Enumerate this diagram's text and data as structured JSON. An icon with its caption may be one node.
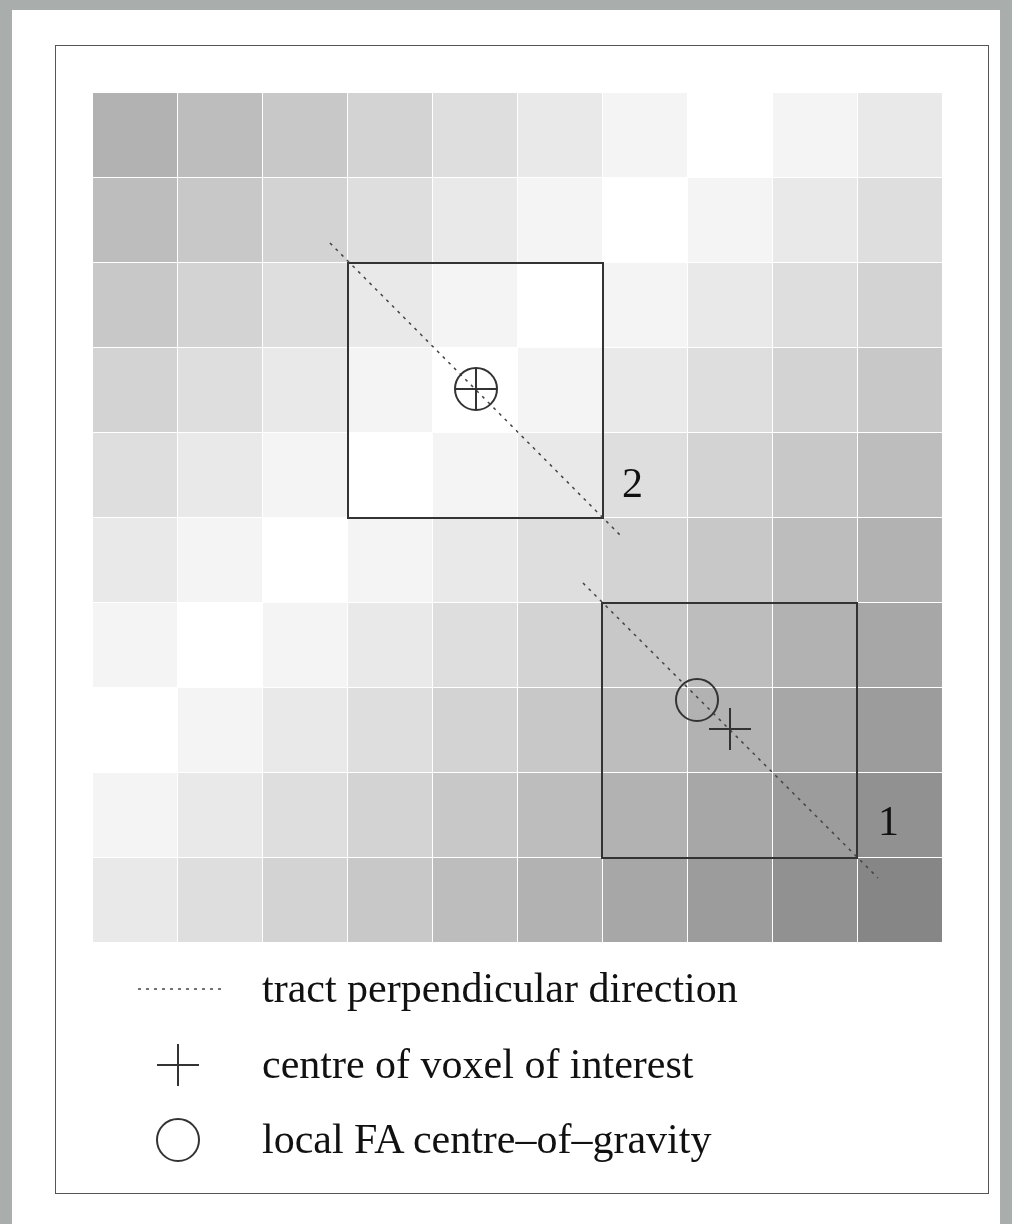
{
  "diagram": {
    "nodes": [
      {
        "text": [
          "2"
        ]
      },
      {
        "text": [
          "1"
        ]
      }
    ],
    "legend": [
      {
        "text": "tract perpendicular direction"
      },
      {
        "text": "centre of voxel of interest"
      },
      {
        "text": "local FA centre–of–gravity"
      }
    ]
  }
}
